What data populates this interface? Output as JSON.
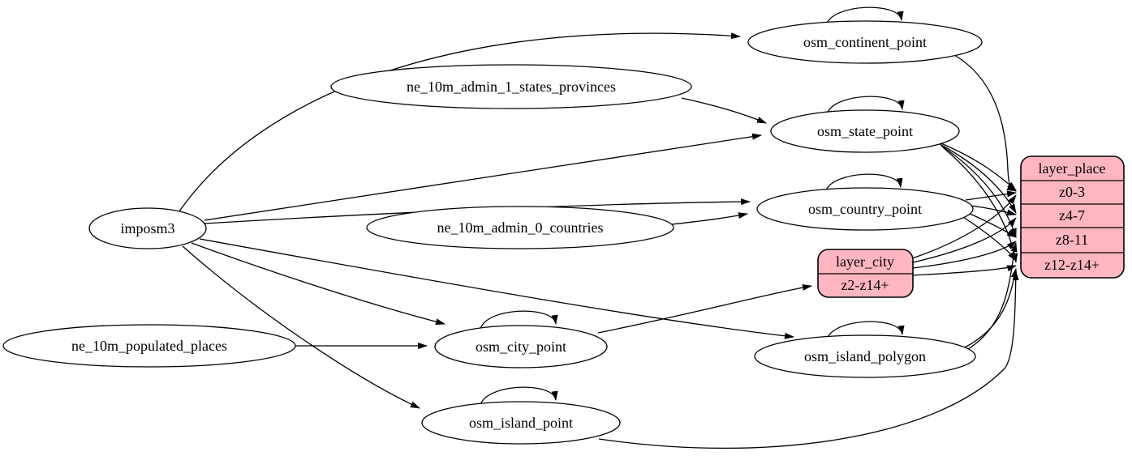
{
  "diagram": {
    "colors": {
      "record_fill": "#ffb6c1",
      "node_fill": "#ffffff",
      "stroke": "#000000",
      "background": "#ffffff"
    },
    "nodes": {
      "imposm3": {
        "label": "imposm3"
      },
      "ne_10m_admin_1_states_provinces": {
        "label": "ne_10m_admin_1_states_provinces"
      },
      "ne_10m_admin_0_countries": {
        "label": "ne_10m_admin_0_countries"
      },
      "ne_10m_populated_places": {
        "label": "ne_10m_populated_places"
      },
      "osm_continent_point": {
        "label": "osm_continent_point"
      },
      "osm_state_point": {
        "label": "osm_state_point"
      },
      "osm_country_point": {
        "label": "osm_country_point"
      },
      "osm_city_point": {
        "label": "osm_city_point"
      },
      "osm_island_polygon": {
        "label": "osm_island_polygon"
      },
      "osm_island_point": {
        "label": "osm_island_point"
      }
    },
    "records": {
      "layer_city": {
        "title": "layer_city",
        "rows": [
          "z2-z14+"
        ]
      },
      "layer_place": {
        "title": "layer_place",
        "rows": [
          "z0-3",
          "z4-7",
          "z8-11",
          "z12-z14+"
        ]
      }
    },
    "edges": [
      {
        "from": "imposm3",
        "to": "osm_continent_point"
      },
      {
        "from": "imposm3",
        "to": "osm_state_point"
      },
      {
        "from": "imposm3",
        "to": "osm_country_point"
      },
      {
        "from": "imposm3",
        "to": "osm_city_point"
      },
      {
        "from": "imposm3",
        "to": "osm_island_polygon"
      },
      {
        "from": "imposm3",
        "to": "osm_island_point"
      },
      {
        "from": "ne_10m_admin_1_states_provinces",
        "to": "osm_state_point"
      },
      {
        "from": "ne_10m_admin_0_countries",
        "to": "osm_country_point"
      },
      {
        "from": "ne_10m_populated_places",
        "to": "osm_city_point"
      },
      {
        "from": "osm_continent_point",
        "to": "osm_continent_point"
      },
      {
        "from": "osm_state_point",
        "to": "osm_state_point"
      },
      {
        "from": "osm_country_point",
        "to": "osm_country_point"
      },
      {
        "from": "osm_city_point",
        "to": "osm_city_point"
      },
      {
        "from": "osm_island_polygon",
        "to": "osm_island_polygon"
      },
      {
        "from": "osm_island_point",
        "to": "osm_island_point"
      },
      {
        "from": "osm_continent_point",
        "to": "layer_place:z0-3"
      },
      {
        "from": "osm_state_point",
        "to": "layer_place:z0-3"
      },
      {
        "from": "osm_state_point",
        "to": "layer_place:z4-7"
      },
      {
        "from": "osm_state_point",
        "to": "layer_place:z8-11"
      },
      {
        "from": "osm_state_point",
        "to": "layer_place:z12-z14+"
      },
      {
        "from": "osm_country_point",
        "to": "layer_place:z0-3"
      },
      {
        "from": "osm_country_point",
        "to": "layer_place:z4-7"
      },
      {
        "from": "osm_country_point",
        "to": "layer_place:z8-11"
      },
      {
        "from": "osm_country_point",
        "to": "layer_place:z12-z14+"
      },
      {
        "from": "osm_city_point",
        "to": "layer_city:z2-z14+"
      },
      {
        "from": "layer_city",
        "to": "layer_place:z0-3"
      },
      {
        "from": "layer_city",
        "to": "layer_place:z4-7"
      },
      {
        "from": "layer_city",
        "to": "layer_place:z8-11"
      },
      {
        "from": "layer_city",
        "to": "layer_place:z12-z14+"
      },
      {
        "from": "osm_island_polygon",
        "to": "layer_place:z8-11"
      },
      {
        "from": "osm_island_polygon",
        "to": "layer_place:z12-z14+"
      },
      {
        "from": "osm_island_point",
        "to": "layer_place:z12-z14+"
      }
    ]
  }
}
